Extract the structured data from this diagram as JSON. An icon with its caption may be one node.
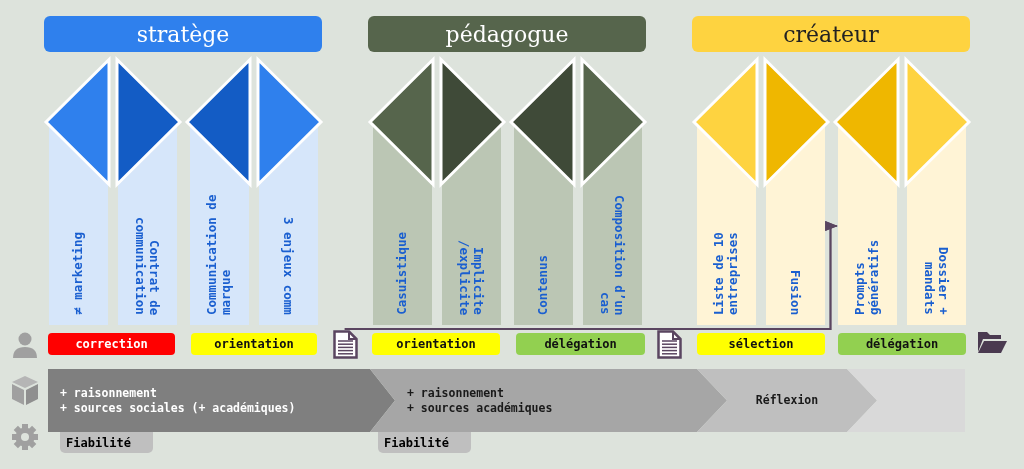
{
  "diagram": {
    "nodes": [
      {
        "text": [
          "stratège"
        ]
      },
      {
        "text": [
          "pédagogue"
        ]
      },
      {
        "text": [
          "créateur"
        ]
      },
      {
        "text": [
          "≠ marketing"
        ]
      },
      {
        "text": [
          "Contrat de communication"
        ]
      },
      {
        "text": [
          "Communication de marque"
        ]
      },
      {
        "text": [
          "3 enjeux comm"
        ]
      },
      {
        "text": [
          "Casuistique"
        ]
      },
      {
        "text": [
          "Implicite /explicite"
        ]
      },
      {
        "text": [
          "Contenus"
        ]
      },
      {
        "text": [
          "Composition d’un cas"
        ]
      },
      {
        "text": [
          "Liste de 10 entreprises"
        ]
      },
      {
        "text": [
          "Fusion"
        ]
      },
      {
        "text": [
          "Prompts génératifs"
        ]
      },
      {
        "text": [
          "Dossier + mandats"
        ]
      },
      {
        "text": [
          "correction"
        ]
      },
      {
        "text": [
          "orientation"
        ]
      },
      {
        "text": [],
        "shape": "document"
      },
      {
        "text": [
          "orientation"
        ]
      },
      {
        "text": [
          "délégation"
        ]
      },
      {
        "text": [],
        "shape": "document"
      },
      {
        "text": [
          "sélection"
        ]
      },
      {
        "text": [
          "délégation"
        ]
      },
      {
        "text": [
          "+ raisonnement",
          "+ sources sociales (+ académiques)"
        ]
      },
      {
        "text": [
          "+ raisonnement",
          "+ sources académiques"
        ]
      },
      {
        "text": [
          "Réflexion"
        ]
      },
      {
        "text": [],
        "shape": "chevron"
      },
      {
        "text": [
          "Fiabilité"
        ]
      },
      {
        "text": [
          "Fiabilité"
        ]
      }
    ],
    "edges": [
      {
        "from": 17,
        "to": 13,
        "arrow": "to"
      },
      {
        "from": 20,
        "to": 13,
        "arrow": "to"
      }
    ]
  }
}
